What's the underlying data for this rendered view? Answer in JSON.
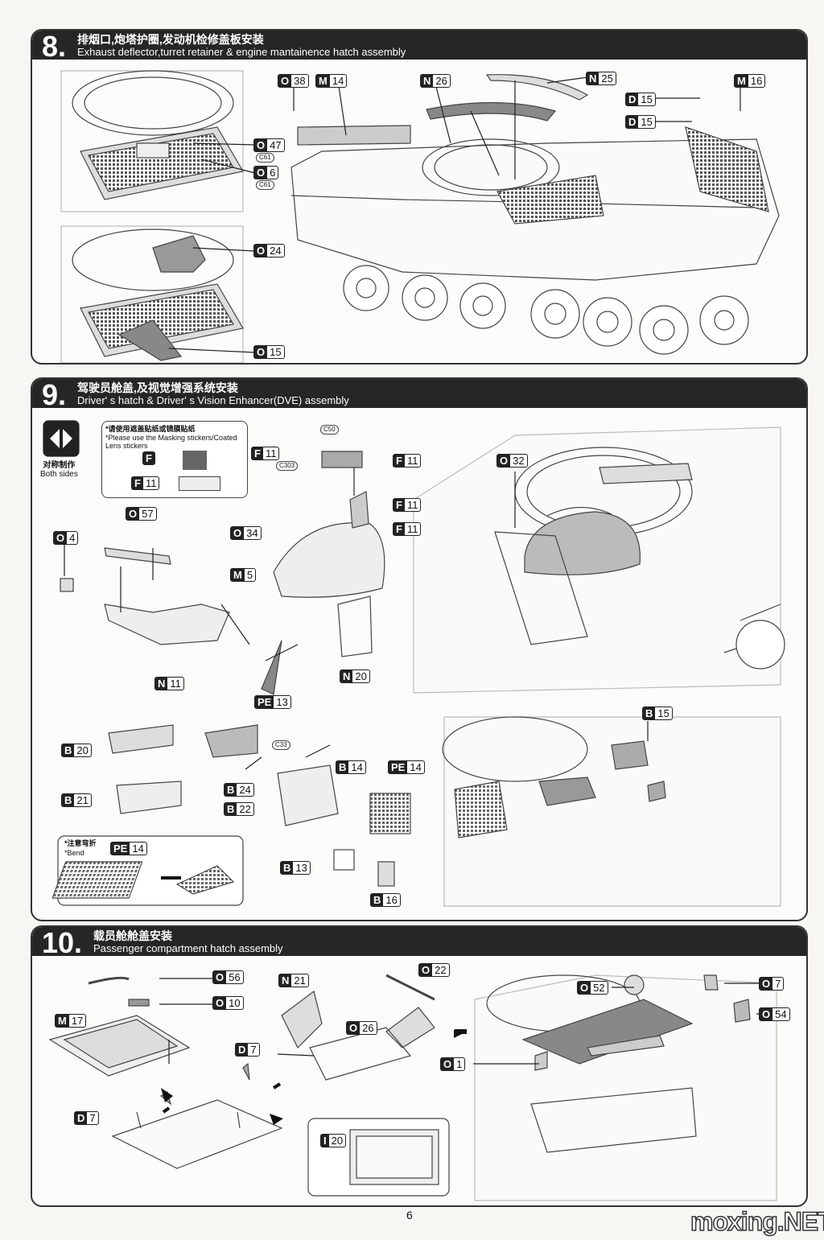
{
  "steps": [
    {
      "number": "8.",
      "title_zh": "排烟口,炮塔护圈,发动机检修盖板安装",
      "title_en": "Exhaust deflector,turret retainer & engine mantainence hatch assembly"
    },
    {
      "number": "9.",
      "title_zh": "驾驶员舱盖,及视觉增强系统安装",
      "title_en": "Driver' s hatch & Driver' s Vision Enhancer(DVE) assembly"
    },
    {
      "number": "10.",
      "title_zh": "载员舱舱盖安装",
      "title_en": "Passenger compartment hatch assembly"
    }
  ],
  "step8_parts": [
    {
      "letter": "O",
      "num": "38"
    },
    {
      "letter": "M",
      "num": "14"
    },
    {
      "letter": "N",
      "num": "26"
    },
    {
      "letter": "N",
      "num": "25"
    },
    {
      "letter": "M",
      "num": "16"
    },
    {
      "letter": "D",
      "num": "15"
    },
    {
      "letter": "D",
      "num": "15"
    },
    {
      "letter": "O",
      "num": "47"
    },
    {
      "letter": "O",
      "num": "6"
    },
    {
      "letter": "O",
      "num": "24"
    },
    {
      "letter": "O",
      "num": "15"
    }
  ],
  "step8_colors": [
    "C61",
    "C61"
  ],
  "step9_parts": [
    {
      "letter": "F",
      "num": "11"
    },
    {
      "letter": "F",
      "num": "11"
    },
    {
      "letter": "F",
      "num": "11"
    },
    {
      "letter": "F",
      "num": "11"
    },
    {
      "letter": "O",
      "num": "32"
    },
    {
      "letter": "O",
      "num": "57"
    },
    {
      "letter": "O",
      "num": "4"
    },
    {
      "letter": "O",
      "num": "34"
    },
    {
      "letter": "M",
      "num": "5"
    },
    {
      "letter": "N",
      "num": "11"
    },
    {
      "letter": "PE",
      "num": "13"
    },
    {
      "letter": "N",
      "num": "20"
    },
    {
      "letter": "B",
      "num": "15"
    },
    {
      "letter": "B",
      "num": "20"
    },
    {
      "letter": "B",
      "num": "21"
    },
    {
      "letter": "B",
      "num": "24"
    },
    {
      "letter": "B",
      "num": "22"
    },
    {
      "letter": "B",
      "num": "14"
    },
    {
      "letter": "PE",
      "num": "14"
    },
    {
      "letter": "B",
      "num": "13"
    },
    {
      "letter": "B",
      "num": "16"
    },
    {
      "letter": "PE",
      "num": "14"
    }
  ],
  "step9_colors": [
    "C50",
    "C303",
    "C33"
  ],
  "step9_notes": {
    "both_sides_zh": "对称制作",
    "both_sides_en": "Both sides",
    "mask_zh": "*请使用遮盖贴纸或镜膜贴纸",
    "mask_en": "*Please use the Masking stickers/Coated Lens stickers",
    "mask_part_f": "F",
    "mask_part_f11_letter": "F",
    "mask_part_f11_num": "11",
    "bend_zh": "*注意弯折",
    "bend_en": "*Bend"
  },
  "step10_parts": [
    {
      "letter": "O",
      "num": "56"
    },
    {
      "letter": "O",
      "num": "10"
    },
    {
      "letter": "M",
      "num": "17"
    },
    {
      "letter": "D",
      "num": "7"
    },
    {
      "letter": "D",
      "num": "7"
    },
    {
      "letter": "N",
      "num": "21"
    },
    {
      "letter": "O",
      "num": "26"
    },
    {
      "letter": "O",
      "num": "22"
    },
    {
      "letter": "O",
      "num": "52"
    },
    {
      "letter": "O",
      "num": "7"
    },
    {
      "letter": "O",
      "num": "54"
    },
    {
      "letter": "O",
      "num": "1"
    },
    {
      "letter": "I",
      "num": "20"
    }
  ],
  "page_number": "6",
  "watermark": "moxing.NET"
}
